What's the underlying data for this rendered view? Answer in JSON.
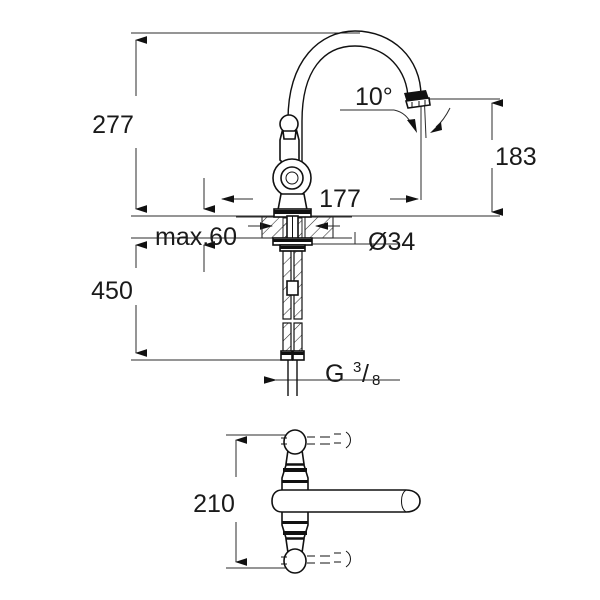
{
  "drawing": {
    "title": "Faucet technical dimension drawing",
    "units": "mm",
    "line_color": "#1a1a1a",
    "background": "#ffffff",
    "views": [
      {
        "name": "side-elevation",
        "label": ""
      },
      {
        "name": "top-plan",
        "label": ""
      }
    ]
  },
  "dimensions": {
    "height_total": "277",
    "spout_height": "183",
    "reach": "177",
    "counter_thickness": "max.60",
    "supply_length": "450",
    "hole_diameter": "Ø34",
    "thread_letter": "G",
    "thread_numerator": "3",
    "thread_denominator": "8",
    "handle_spread": "210",
    "spout_angle": "10°"
  },
  "labels": {
    "height_total": "277",
    "spout_height": "183",
    "reach": "177",
    "max_counter": "max.60",
    "supply_length": "450",
    "hole_diameter": "Ø34",
    "thread": "G",
    "thread_num": "3",
    "thread_den": "8",
    "handle_spread": "210",
    "angle": "10°"
  }
}
